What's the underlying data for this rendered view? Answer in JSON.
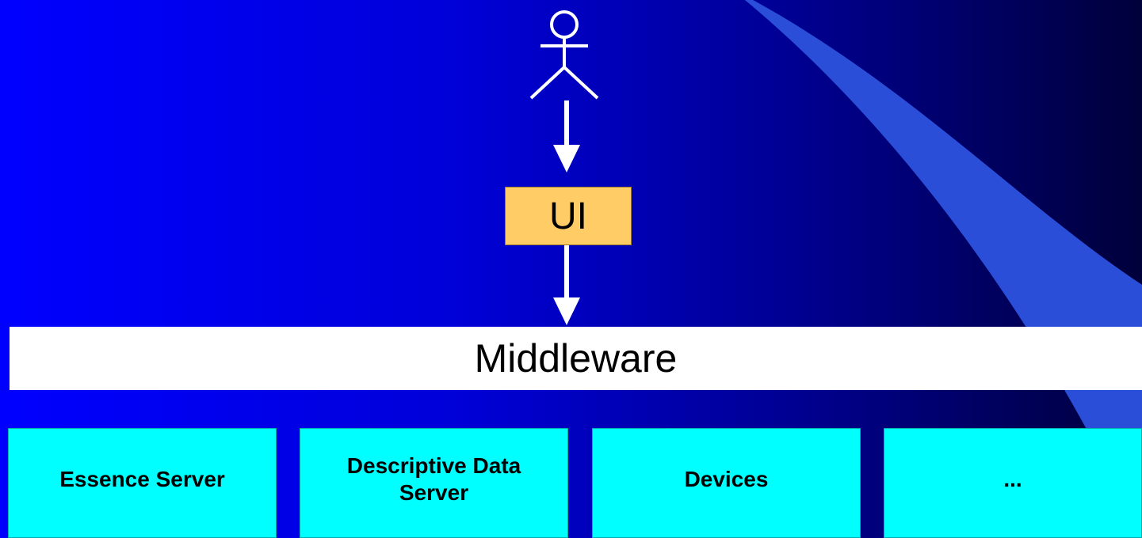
{
  "diagram": {
    "ui_label": "UI",
    "middleware_label": "Middleware",
    "components": [
      {
        "label": "Essence Server"
      },
      {
        "label": "Descriptive Data Server"
      },
      {
        "label": "Devices"
      },
      {
        "label": "..."
      }
    ]
  },
  "colors": {
    "background_start": "#0000ff",
    "background_end": "#00003a",
    "ui_box": "#ffcc66",
    "middleware": "#ffffff",
    "component": "#00ffff",
    "arrow": "#ffffff"
  },
  "icons": {
    "actor": "stick-figure-icon",
    "arrow": "down-arrow-icon"
  }
}
